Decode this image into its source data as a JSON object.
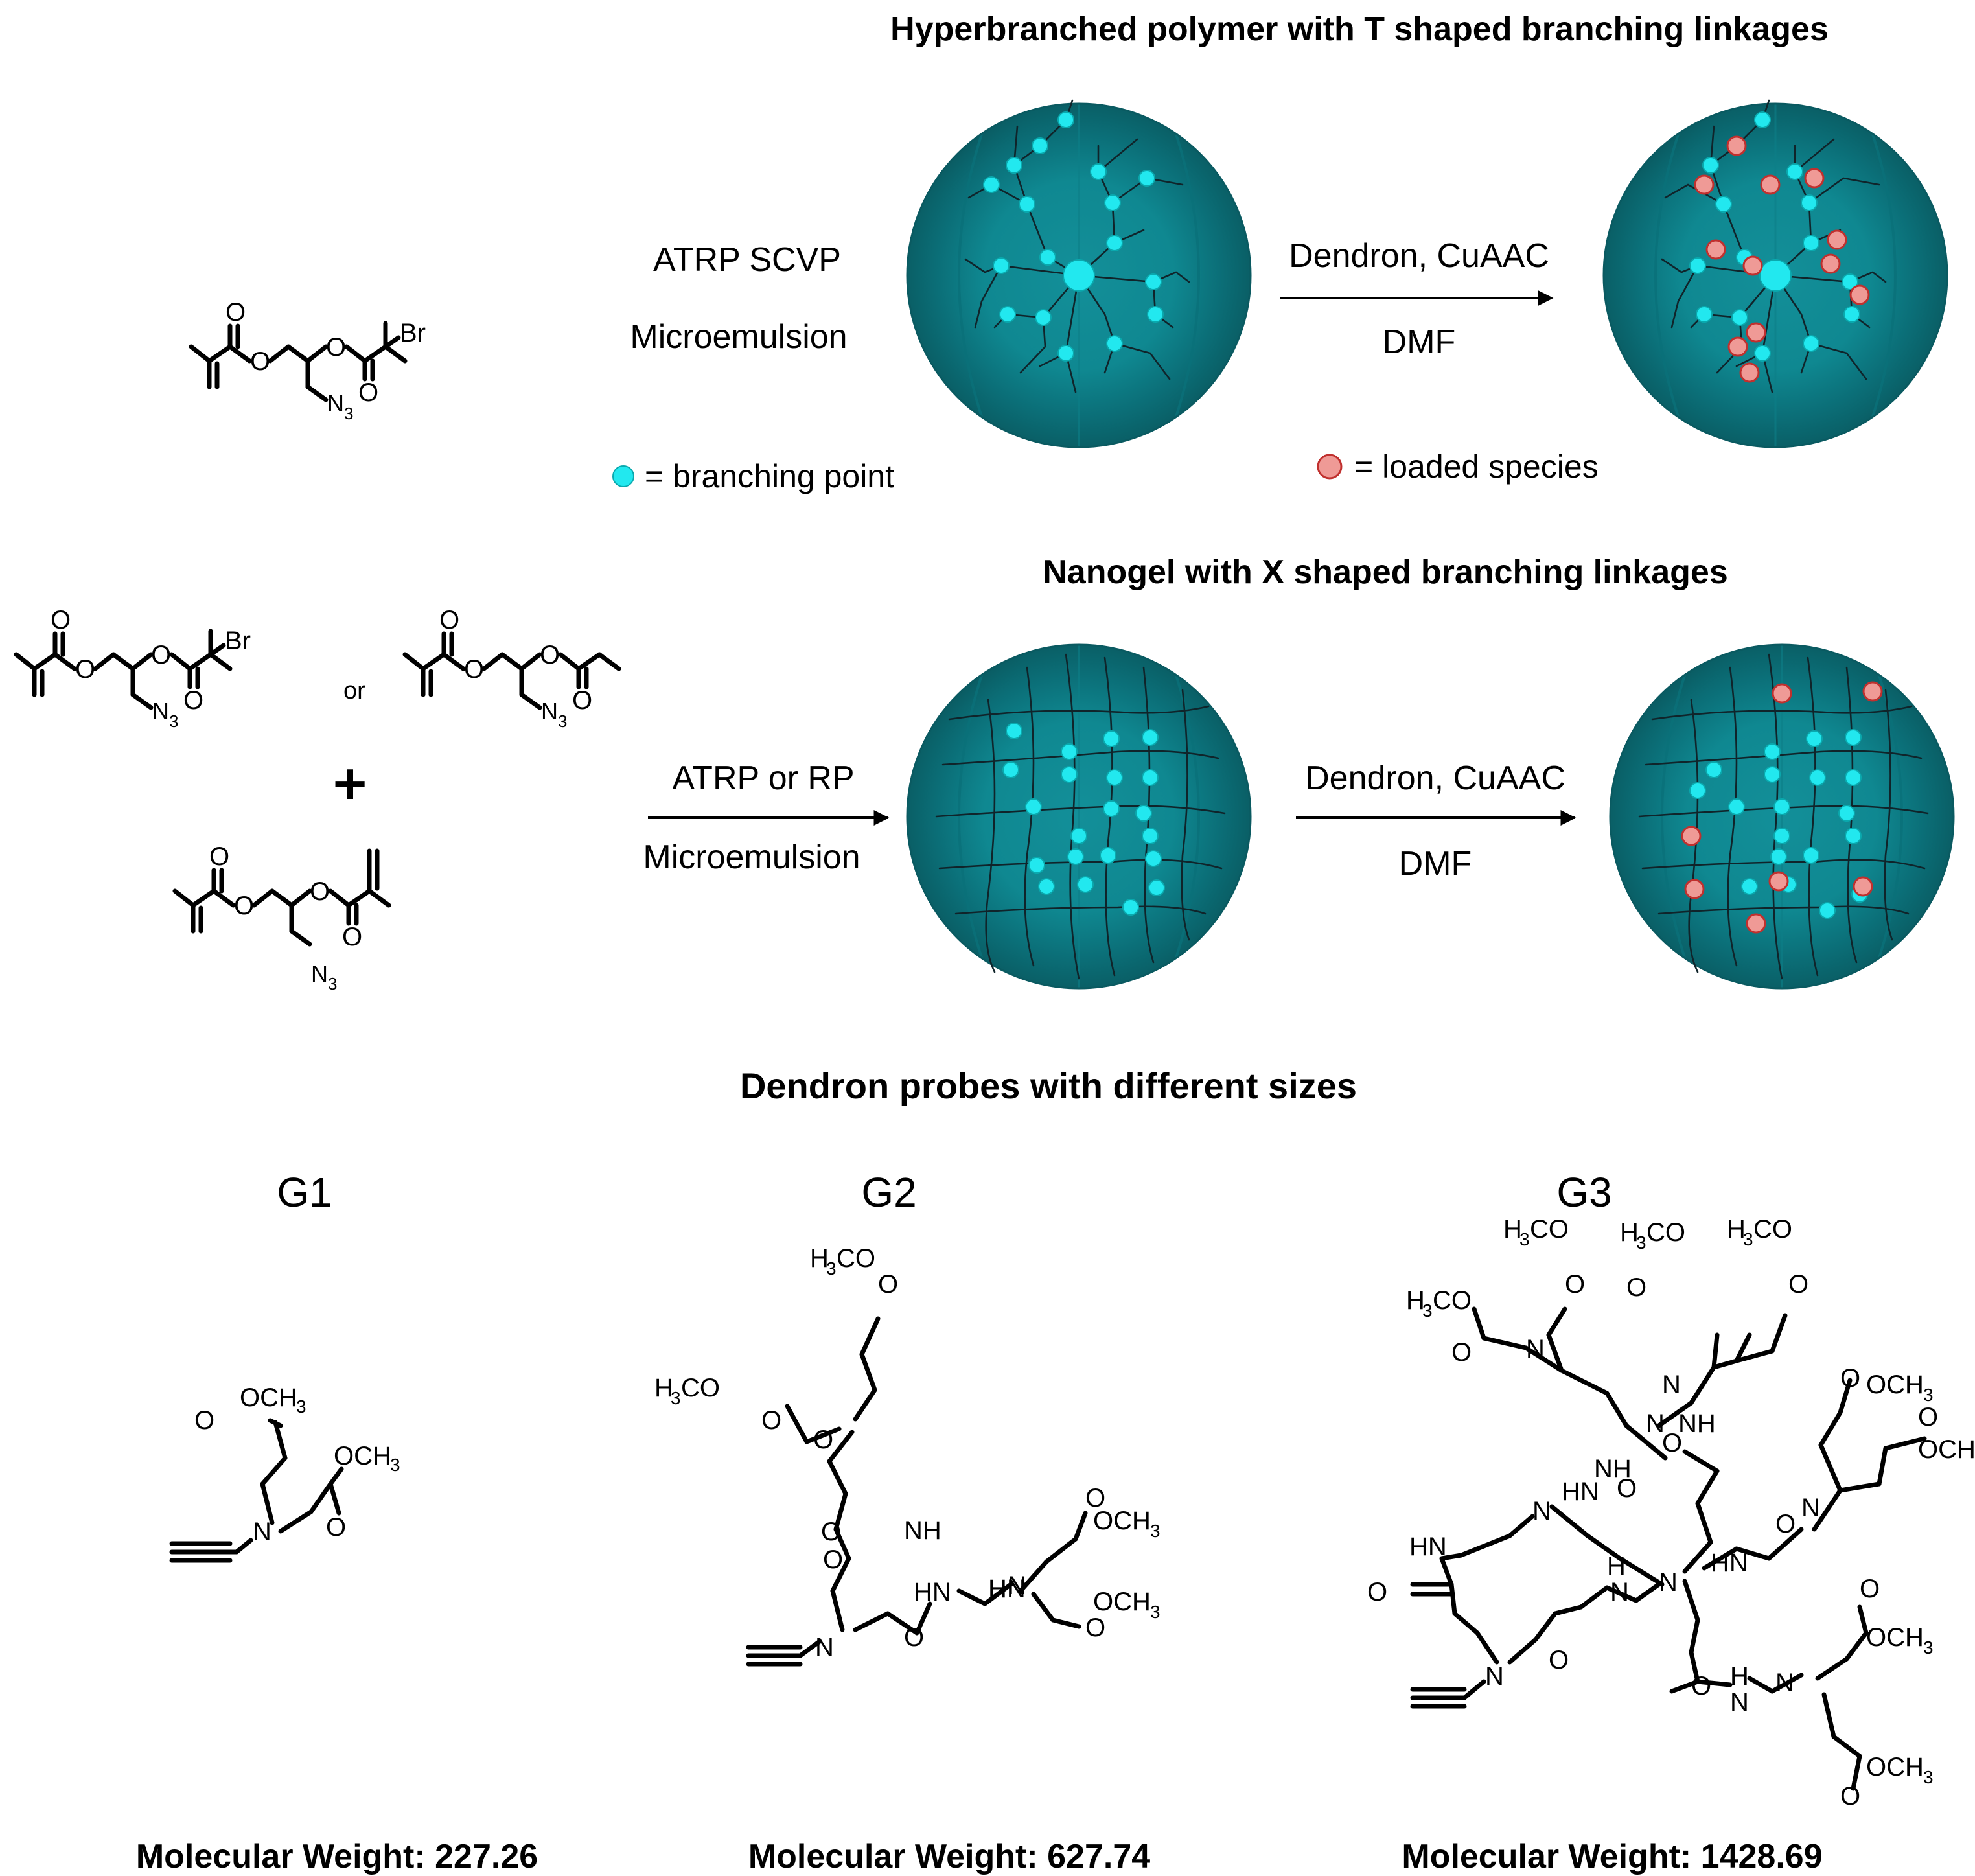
{
  "sections": {
    "hyperbranched_title": "Hyperbranched polymer with T shaped branching linkages",
    "nanogel_title": "Nanogel with X shaped branching linkages",
    "dendron_title": "Dendron probes with different sizes"
  },
  "reactions": {
    "top_conditions_1": "ATRP SCVP",
    "top_conditions_2": "Microemulsion",
    "top_arrow_above": "Dendron, CuAAC",
    "top_arrow_below": "DMF",
    "mid_arrow1_above": "ATRP or RP",
    "mid_arrow1_below": "Microemulsion",
    "mid_arrow2_above": "Dendron, CuAAC",
    "mid_arrow2_below": "DMF",
    "or_label": "or",
    "plus_label": "+"
  },
  "legend": {
    "branching_point": "= branching point",
    "loaded_species": "= loaded species"
  },
  "atom_labels": {
    "O": "O",
    "Br": "Br",
    "N": "N",
    "N3_N": "N",
    "N3_sub": "3",
    "NH": "NH",
    "HN": "HN",
    "H": "H",
    "OCH3": "OCH",
    "OCH3_sub": "3",
    "H3C_H": "H",
    "H3C_sub": "3",
    "H3C_C": "C",
    "H3CO": "O"
  },
  "dendrons": [
    {
      "label": "G1",
      "mw": "Molecular Weight: 227.26"
    },
    {
      "label": "G2",
      "mw": "Molecular Weight: 627.74"
    },
    {
      "label": "G3",
      "mw": "Molecular Weight: 1428.69"
    }
  ],
  "colors": {
    "sphere_teal": "#0f8c95",
    "sphere_dark": "#06444a",
    "branching_point": "#22e8ef",
    "loaded_species": "#ef9a96"
  }
}
